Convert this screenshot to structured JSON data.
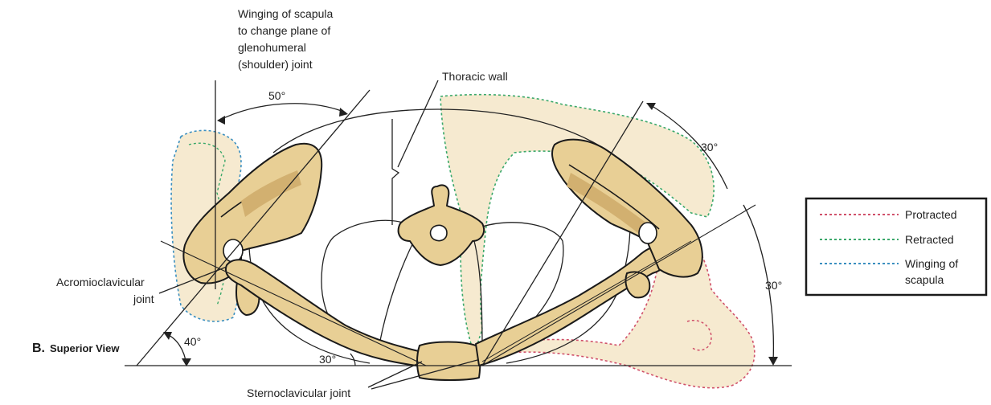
{
  "panel": {
    "letter": "B.",
    "title": "Superior View"
  },
  "labels": {
    "winging_line1": "Winging of scapula",
    "winging_line2": "to change plane of",
    "winging_line3": "glenohumeral",
    "winging_line4": "(shoulder) joint",
    "thoracic_wall": "Thoracic wall",
    "acromioclavicular_line1": "Acromioclavicular",
    "acromioclavicular_line2": "joint",
    "sternoclavicular": "Sternoclavicular joint"
  },
  "angles": {
    "winging": "50°",
    "clavicle_left": "40°",
    "clavicle_small": "30°",
    "right_upper": "30°",
    "right_lower": "30°"
  },
  "legend": {
    "items": [
      {
        "label": "Protracted",
        "color": "#d0506a"
      },
      {
        "label": "Retracted",
        "color": "#3aa86a"
      },
      {
        "label_line1": "Winging of",
        "label_line2": "scapula",
        "color": "#3a8fc0"
      }
    ]
  },
  "colors": {
    "bone_fill": "#e8cf95",
    "bone_shade": "#d2b070",
    "ghost_fill": "#f6ead0"
  }
}
